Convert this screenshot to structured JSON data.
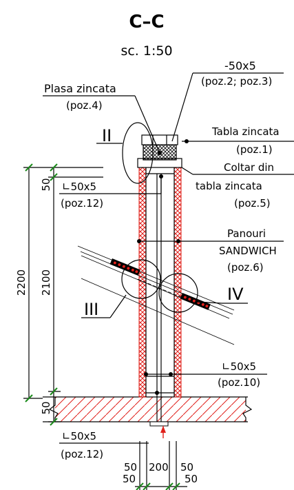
{
  "title": "C–C",
  "scale": "sc. 1:50",
  "callouts": {
    "plasa_name": "Plasa zincata",
    "plasa_ref": "(poz.4)",
    "platband_name": "-50x5",
    "platband_ref": "(poz.2; poz.3)",
    "tabla_name": "Tabla zincata",
    "tabla_ref": "(poz.1)",
    "coltar_name1": "Coltar din",
    "coltar_name2": "tabla zincata",
    "coltar_ref": "(poz.5)",
    "angle_top_name": "∟50x5",
    "angle_top_ref": "(poz.12)",
    "panouri_name1": "Panouri",
    "panouri_name2": "SANDWICH",
    "panouri_ref": "(poz.6)",
    "angle_mid_name": "∟50x5",
    "angle_mid_ref": "(poz.10)",
    "angle_bot_name": "∟50x5",
    "angle_bot_ref": "(poz.12)"
  },
  "details": {
    "d2": "II",
    "d3": "III",
    "d4": "IV"
  },
  "dimensions": {
    "total_height": "2200",
    "panel_height": "2100",
    "top_50": "50",
    "bot_50": "50",
    "bottom": [
      "50",
      "200",
      "50",
      "50",
      "50"
    ]
  },
  "colors": {
    "hatch": "#e0201a",
    "line": "#000000",
    "marker": "#e0201a"
  }
}
